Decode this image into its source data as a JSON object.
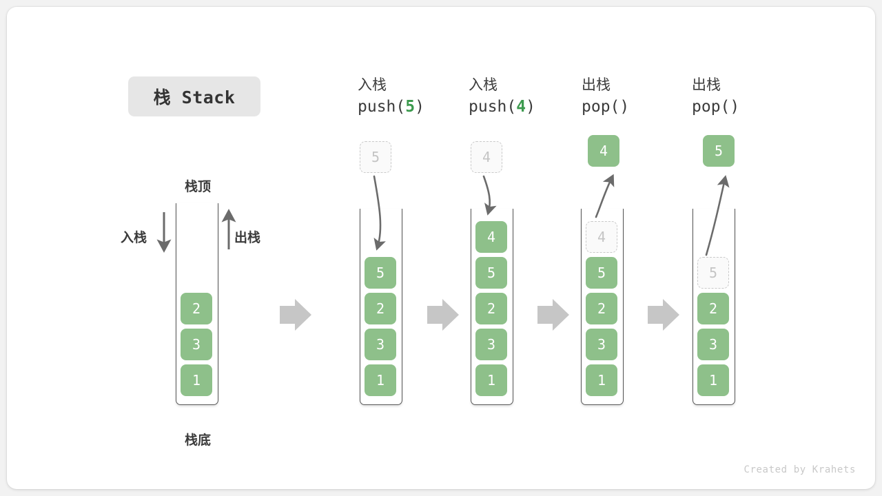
{
  "figure": {
    "title": "栈 Stack",
    "credit": "Created by Krahets",
    "colors": {
      "cell_fill": "#8ec08a",
      "cell_text": "#ffffff",
      "ghost_fill": "#fafafa",
      "ghost_border": "#c9c9c9",
      "ghost_text": "#c4c4c4",
      "arrow_gray": "#6b6b6b",
      "step_arrow": "#c6c6c6",
      "accent_green": "#3c9a4e",
      "text_dark": "#3b3b3b",
      "badge_bg": "#e6e6e6",
      "page_bg": "#f2f2f2",
      "card_bg": "#ffffff"
    }
  },
  "legend": {
    "top_label": "栈顶",
    "bottom_label": "栈底",
    "push_label": "入栈",
    "pop_label": "出栈"
  },
  "columns": [
    {
      "id": "initial",
      "caption_cn": "",
      "caption_code_prefix": "",
      "caption_code_arg": "",
      "caption_code_suffix": "",
      "cells": [
        "2",
        "3",
        "1"
      ],
      "floating_cell": null,
      "ghost_inside": null
    },
    {
      "id": "push-5",
      "caption_cn": "入栈",
      "caption_code_prefix": "push(",
      "caption_code_arg": "5",
      "caption_code_suffix": ")",
      "cells": [
        "5",
        "2",
        "3",
        "1"
      ],
      "floating_cell": {
        "value": "5",
        "style": "ghost"
      },
      "ghost_inside": null
    },
    {
      "id": "push-4",
      "caption_cn": "入栈",
      "caption_code_prefix": "push(",
      "caption_code_arg": "4",
      "caption_code_suffix": ")",
      "cells": [
        "4",
        "5",
        "2",
        "3",
        "1"
      ],
      "floating_cell": {
        "value": "4",
        "style": "ghost"
      },
      "ghost_inside": null
    },
    {
      "id": "pop-1",
      "caption_cn": "出栈",
      "caption_code_prefix": "pop(",
      "caption_code_arg": "",
      "caption_code_suffix": ")",
      "cells": [
        "5",
        "2",
        "3",
        "1"
      ],
      "floating_cell": {
        "value": "4",
        "style": "solid"
      },
      "ghost_inside": {
        "value": "4",
        "slot": 0
      }
    },
    {
      "id": "pop-2",
      "caption_cn": "出栈",
      "caption_code_prefix": "pop(",
      "caption_code_arg": "",
      "caption_code_suffix": ")",
      "cells": [
        "2",
        "3",
        "1"
      ],
      "floating_cell": {
        "value": "5",
        "style": "solid"
      },
      "ghost_inside": {
        "value": "5",
        "slot": 1
      }
    }
  ],
  "chart_data": {
    "type": "diagram",
    "title": "栈 Stack",
    "description": "Stack push/pop operation sequence",
    "steps": [
      {
        "operation": "",
        "stack_top_to_bottom": [
          "2",
          "3",
          "1"
        ]
      },
      {
        "operation": "push(5)",
        "stack_top_to_bottom": [
          "5",
          "2",
          "3",
          "1"
        ]
      },
      {
        "operation": "push(4)",
        "stack_top_to_bottom": [
          "4",
          "5",
          "2",
          "3",
          "1"
        ]
      },
      {
        "operation": "pop()",
        "returned": "4",
        "stack_top_to_bottom": [
          "5",
          "2",
          "3",
          "1"
        ]
      },
      {
        "operation": "pop()",
        "returned": "5",
        "stack_top_to_bottom": [
          "2",
          "3",
          "1"
        ]
      }
    ]
  }
}
